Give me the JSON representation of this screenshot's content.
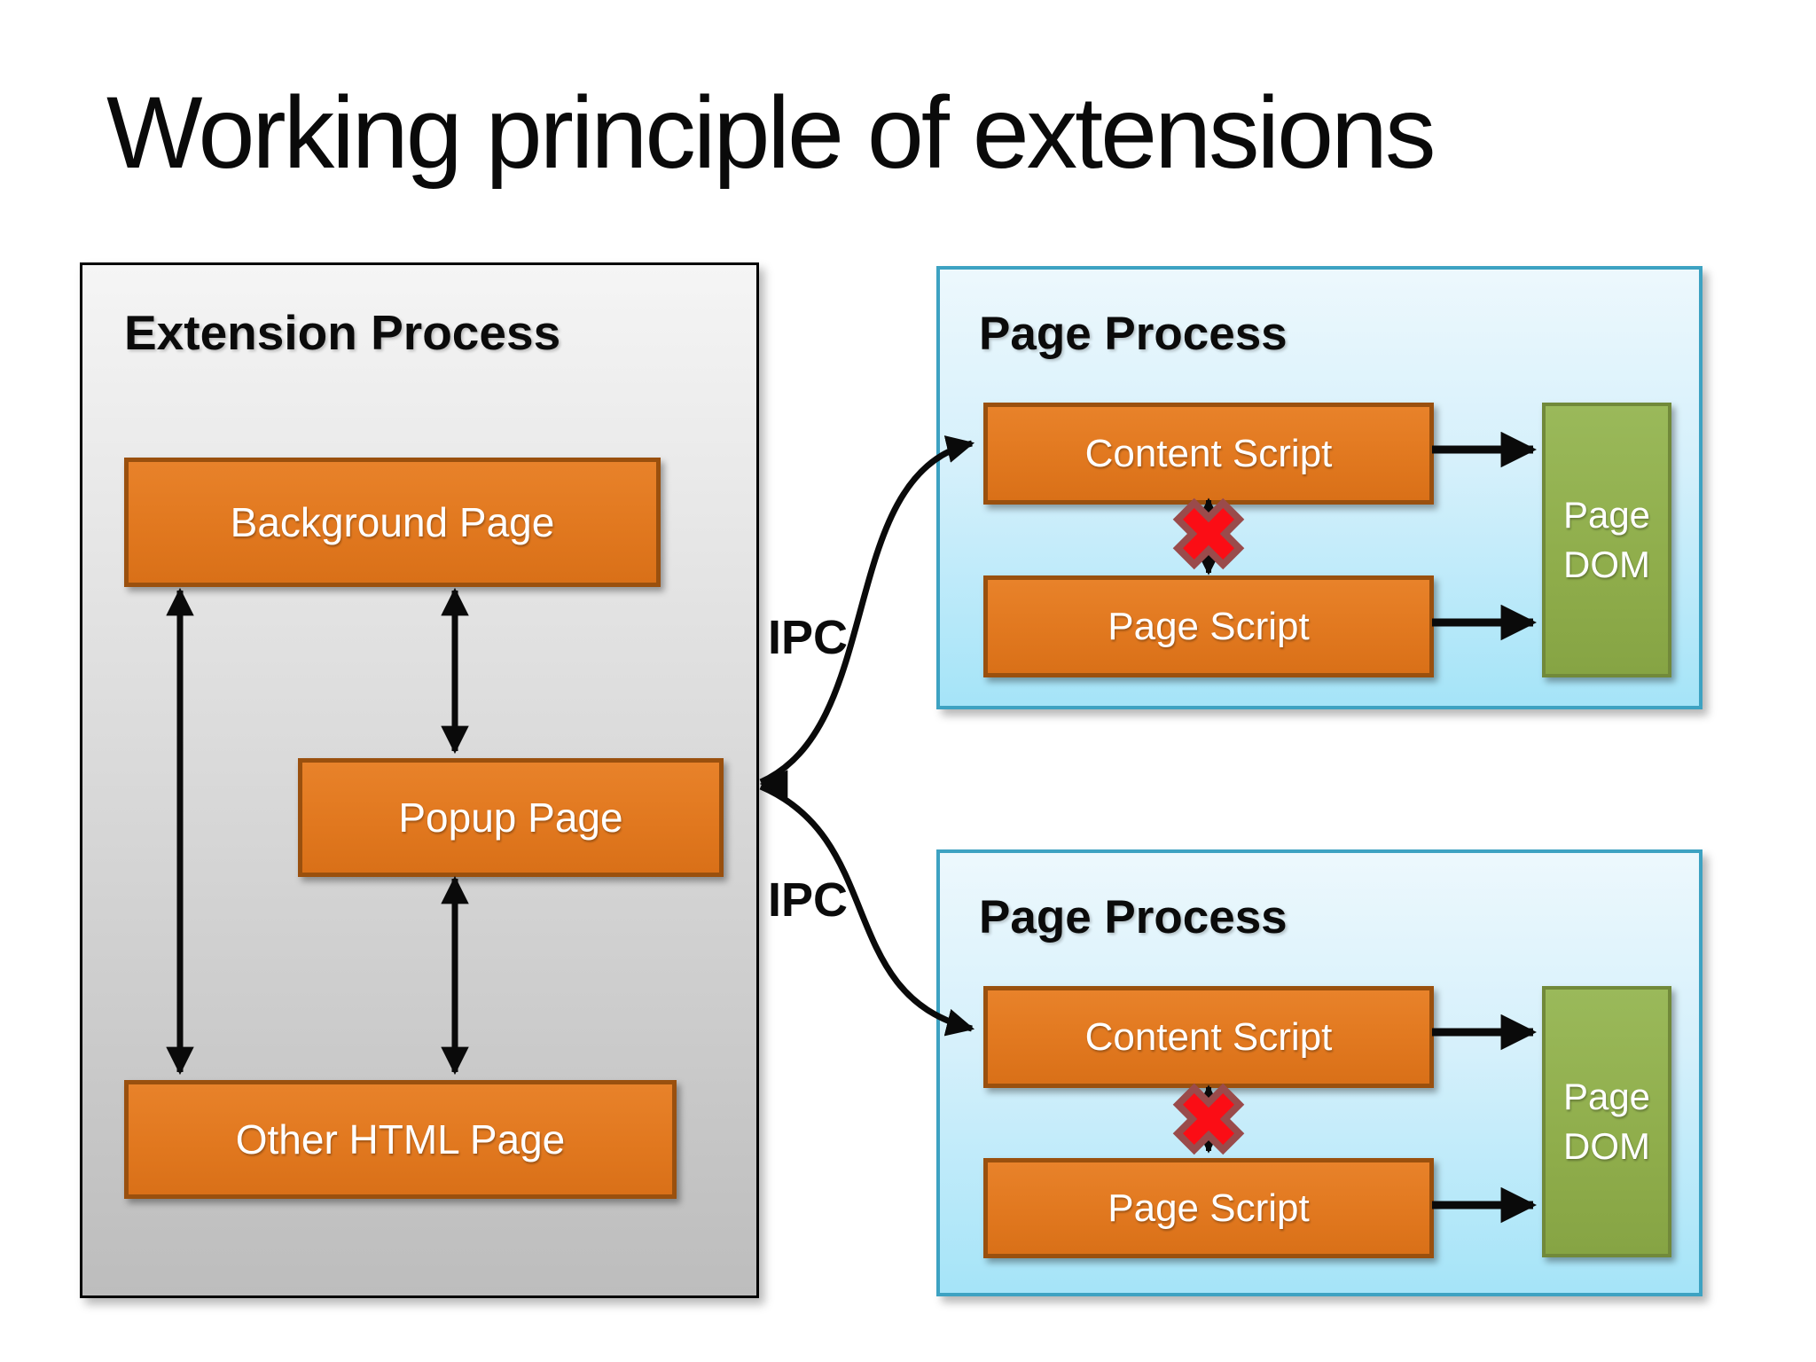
{
  "slide": {
    "title": "Working principle of extensions"
  },
  "extension_process": {
    "label": "Extension Process",
    "background_page": "Background Page",
    "popup_page": "Popup Page",
    "other_html_page": "Other HTML Page"
  },
  "ipc": {
    "top_label": "IPC",
    "bottom_label": "IPC"
  },
  "page_processes": [
    {
      "label": "Page Process",
      "content_script": "Content Script",
      "page_script": "Page Script",
      "page_dom": "Page DOM"
    },
    {
      "label": "Page Process",
      "content_script": "Content Script",
      "page_script": "Page Script",
      "page_dom": "Page DOM"
    }
  ],
  "colors": {
    "title-color": "#0a0a0a",
    "label-color": "#0b0b0b",
    "box-text": "#ffffff",
    "orange-fill": "#e1781f",
    "orange-border": "#9a500e",
    "green-fill": "#8fad4b",
    "green-border": "#71893a",
    "blue-top": "#edf8fd",
    "blue-bottom": "#a5e4f8",
    "blue-border": "#3da2c2",
    "gray-top": "#f5f5f5",
    "gray-bottom": "#bdbdbd",
    "black-border": "#000000",
    "arrow-color": "#0a0a0a",
    "x-fill": "#fb0d15",
    "x-outline": "#9a4b4b"
  }
}
